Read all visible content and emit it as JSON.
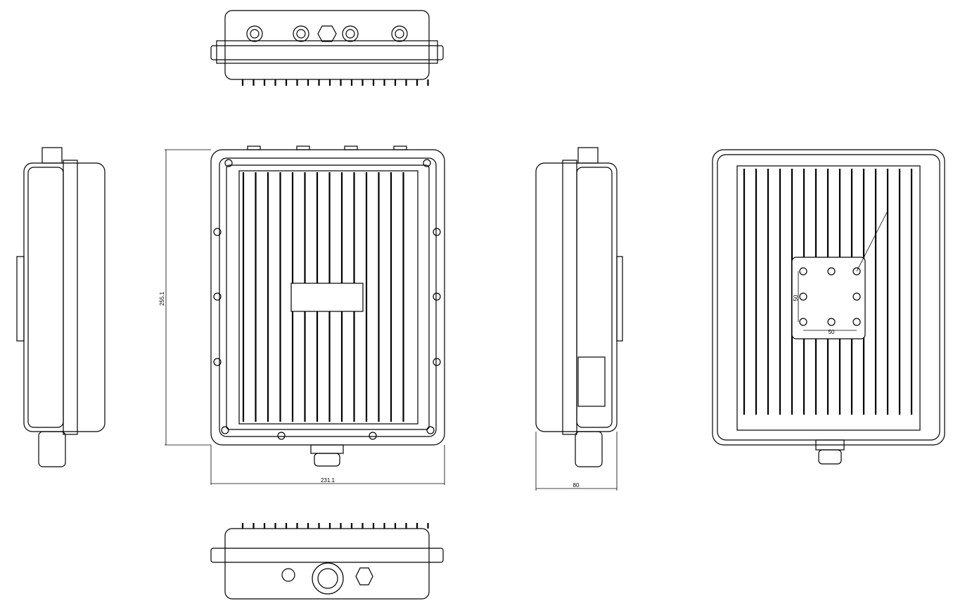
{
  "dimensions": {
    "height": "255.1",
    "width": "231.1",
    "depth": "80",
    "mount_vertical": "50",
    "mount_horizontal": "50"
  },
  "colors": {
    "line": "#000000",
    "background": "#ffffff"
  }
}
